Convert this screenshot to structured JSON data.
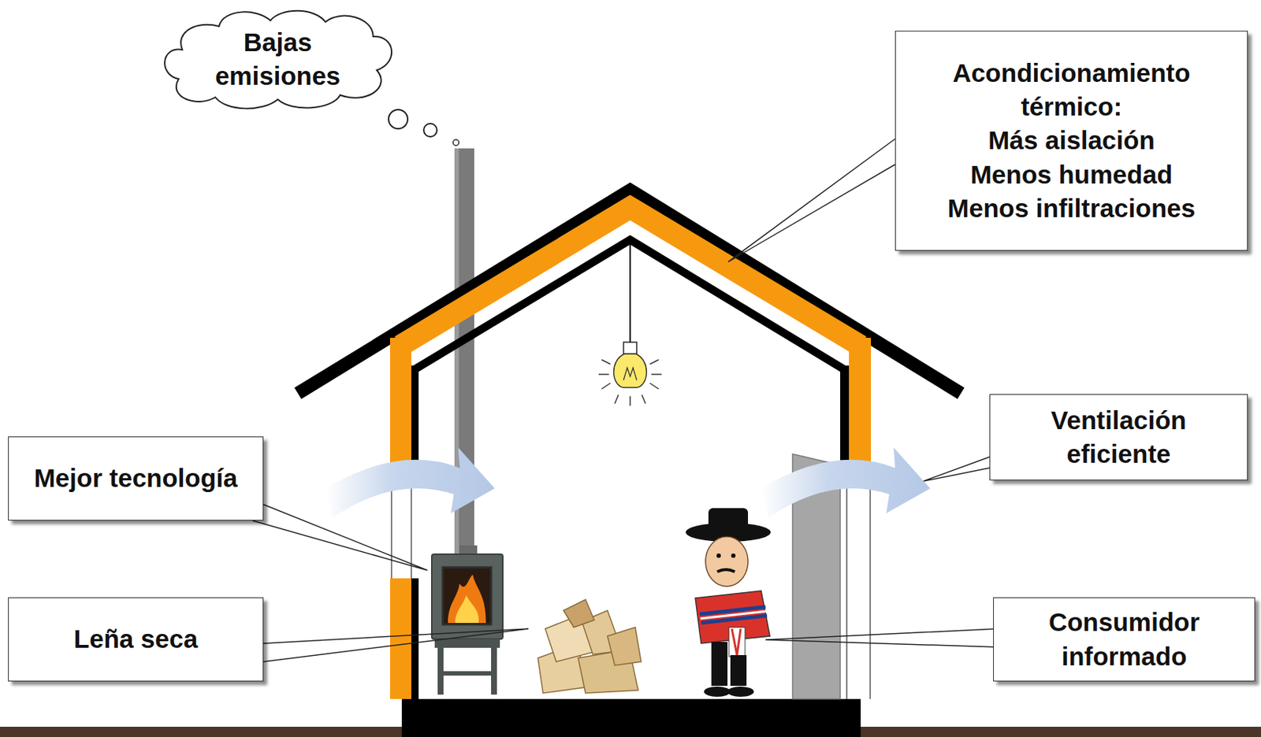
{
  "diagram": {
    "nodes": [
      {
        "text": [
          "Bajas emisiones"
        ]
      },
      {
        "text": [
          "Acondicionamiento térmico:",
          "Más aislación",
          "Menos humedad",
          "Menos infiltraciones"
        ]
      },
      {
        "text": [
          "Mejor tecnología"
        ]
      },
      {
        "text": [
          "Ventilación eficiente"
        ]
      },
      {
        "text": [
          "Leña seca"
        ]
      },
      {
        "text": [
          "Consumidor informado"
        ]
      }
    ]
  }
}
